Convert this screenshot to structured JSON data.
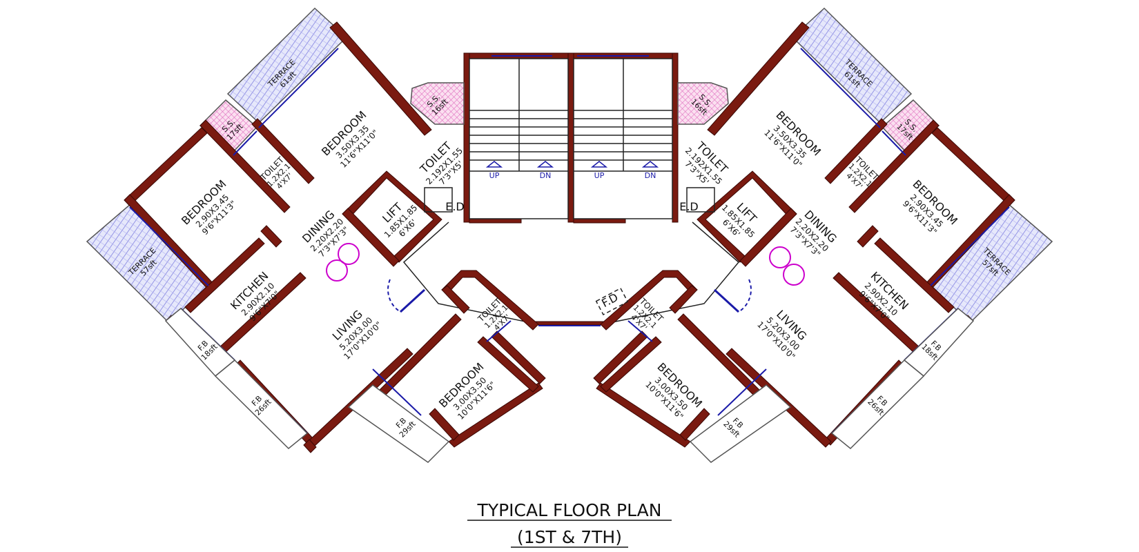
{
  "plan": {
    "title": "TYPICAL FLOOR PLAN",
    "subtitle": "(1ST & 7TH)"
  },
  "left_unit": {
    "terrace_top": {
      "name": "TERRACE",
      "area": "61sft"
    },
    "ss_top": {
      "name": "S.S.",
      "area": "17sft"
    },
    "ss_stair": {
      "name": "S.S.",
      "area": "16sft"
    },
    "bedroom_top": {
      "name": "BEDROOM",
      "metric": "3.50X3.35",
      "imperial": "11'6\"X11'0\""
    },
    "toilet_top": {
      "name": "TOILET",
      "metric": "2.192X1.55",
      "imperial": "7'3\"X5'"
    },
    "toilet_small": {
      "name": "TOILET",
      "metric": "1.2X2.1",
      "imperial": "4'X7'"
    },
    "bedroom_left": {
      "name": "BEDROOM",
      "metric": "2.90X3.45",
      "imperial": "9'6\"X11'3\""
    },
    "terrace_left": {
      "name": "TERRACE",
      "area": "57sft"
    },
    "dining": {
      "name": "DINING",
      "metric": "2.20X2.20",
      "imperial": "7'3\"X7'3\""
    },
    "lift": {
      "name": "LIFT",
      "metric": "1.85X1.85",
      "imperial": "6'X6'"
    },
    "kitchen": {
      "name": "KITCHEN",
      "metric": "2.90X2.10",
      "imperial": "9'6\"X7'0\""
    },
    "living": {
      "name": "LIVING",
      "metric": "5.20X3.00",
      "imperial": "17'0\"X10'0\""
    },
    "toilet_bottom": {
      "name": "TOILET",
      "metric": "1.2X2.1",
      "imperial": "4'X7'"
    },
    "bedroom_bottom": {
      "name": "BEDROOM",
      "metric": "3.00X3.50",
      "imperial": "10'0\"X11'6\""
    },
    "fb_1": {
      "name": "F.B",
      "area": "18sft"
    },
    "fb_2": {
      "name": "F.B",
      "area": "26sft"
    },
    "fb_3": {
      "name": "F.B",
      "area": "29sft"
    },
    "ed": "E.D"
  },
  "right_unit": {
    "terrace_top": {
      "name": "TERRACE",
      "area": "61sft"
    },
    "ss_top": {
      "name": "S.S.",
      "area": "17sft"
    },
    "ss_stair": {
      "name": "S.S.",
      "area": "16sft"
    },
    "bedroom_top": {
      "name": "BEDROOM",
      "metric": "3.50X3.35",
      "imperial": "11'6\"X11'0\""
    },
    "toilet_top": {
      "name": "TOILET",
      "metric": "2.192X1.55",
      "imperial": "7'3\"X5'"
    },
    "toilet_small": {
      "name": "TOILET",
      "metric": "1.2X2.1",
      "imperial": "4'X7'"
    },
    "bedroom_right": {
      "name": "BEDROOM",
      "metric": "2.90X3.45",
      "imperial": "9'6\"X11'3\""
    },
    "terrace_right": {
      "name": "TERRACE",
      "area": "57sft"
    },
    "dining": {
      "name": "DINING",
      "metric": "2.20X2.20",
      "imperial": "7'3\"X7'3\""
    },
    "lift": {
      "name": "LIFT",
      "metric": "1.85X1.85",
      "imperial": "6'X6'"
    },
    "kitchen": {
      "name": "KITCHEN",
      "metric": "2.90X2.10",
      "imperial": "9'6\"X7'0\""
    },
    "living": {
      "name": "LIVING",
      "metric": "5.20X3.00",
      "imperial": "17'0\"X10'0\""
    },
    "toilet_bottom": {
      "name": "TOILET",
      "metric": "1.2X2.1",
      "imperial": "4'X7'"
    },
    "bedroom_bottom": {
      "name": "BEDROOM",
      "metric": "3.00X3.50",
      "imperial": "10'0\"X11'6\""
    },
    "fb_1": {
      "name": "F.B",
      "area": "18sft"
    },
    "fb_2": {
      "name": "F.B",
      "area": "26sft"
    },
    "fb_3": {
      "name": "F.B",
      "area": "29sft"
    },
    "ed": "E.D"
  },
  "core": {
    "stairs": [
      {
        "up": "UP",
        "dn": "DN"
      },
      {
        "up": "UP",
        "dn": "DN"
      }
    ],
    "fd": "F.D"
  },
  "colors": {
    "wall": "#7a1a10",
    "window": "#1a1aa8",
    "terrace_hatch": "#8080e0",
    "ss_hatch": "#e070c0",
    "column": "#cc00cc",
    "door_arc": "#1a1aa8"
  }
}
